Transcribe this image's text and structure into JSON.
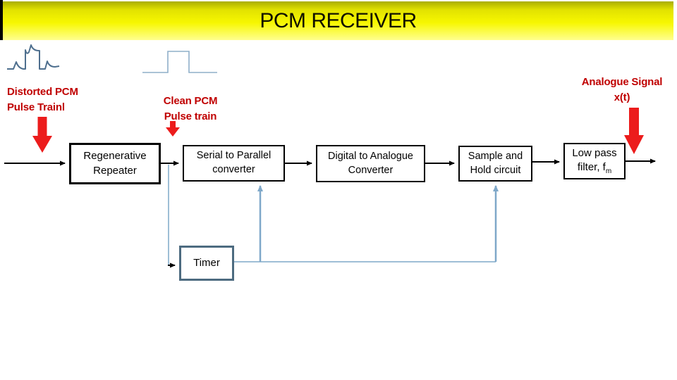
{
  "header": {
    "title": "PCM RECEIVER"
  },
  "labels": {
    "distorted": {
      "line1": "Distorted PCM",
      "line2": "Pulse Trainl"
    },
    "clean": {
      "line1": "Clean PCM",
      "line2": "Pulse train"
    },
    "analogue": {
      "line1": "Analogue Signal",
      "line2": "x(t)"
    }
  },
  "blocks": {
    "regenerative": {
      "line1": "Regenerative",
      "line2": "Repeater"
    },
    "serial": {
      "line1": "Serial to Parallel",
      "line2": "converter"
    },
    "dac": {
      "line1": "Digital to Analogue",
      "line2": "Converter"
    },
    "sample": {
      "line1": "Sample and",
      "line2": "Hold circuit"
    },
    "lowpass": {
      "line1": "Low pass",
      "line2_prefix": "filter, f",
      "line2_sub": "m"
    },
    "timer": {
      "label": "Timer"
    }
  },
  "icons": {
    "distorted_waveform": "distorted-pcm-pulse-waveform-icon",
    "clean_waveform": "clean-pcm-pulse-waveform-icon",
    "down_arrows": "red-down-arrow-icon"
  },
  "colors": {
    "red_label": "#c00000",
    "red_arrow": "#ec1c1c",
    "wave_dark": "#4e6f8e",
    "wave_light": "#8fafc9",
    "line_blue": "#7fa8c9",
    "timer_border": "#4d6b80",
    "block_border": "#000000",
    "title_text": "#111100",
    "header_top": "#a9ad00",
    "header_mid": "#f7f700",
    "header_bottom": "#ffff90",
    "page_bg": "#ffffff"
  }
}
